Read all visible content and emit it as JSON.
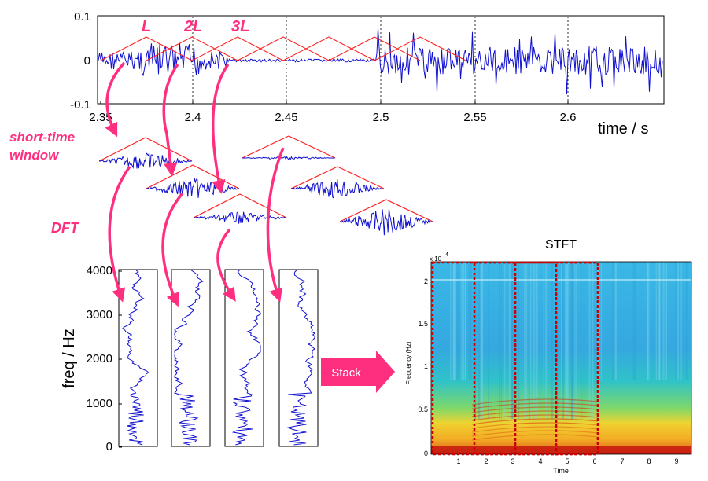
{
  "top_plot": {
    "y_ticks": [
      "0.1",
      "0",
      "-0.1"
    ],
    "x_ticks": [
      "2.35",
      "2.4",
      "2.45",
      "2.5",
      "2.55",
      "2.6"
    ],
    "x_label": "time / s"
  },
  "markers": {
    "L": "L",
    "L2": "2L",
    "L3": "3L"
  },
  "side_labels": {
    "window_line1": "short-time",
    "window_line2": "window",
    "dft": "DFT"
  },
  "freq_plot": {
    "y_label": "freq / Hz",
    "y_ticks": [
      "4000",
      "3000",
      "2000",
      "1000",
      "0"
    ]
  },
  "stack_label": "Stack",
  "stft": {
    "title": "STFT",
    "exponent": "x 10",
    "exponent_power": "4",
    "y_label": "Frequency (Hz)",
    "x_label": "Time",
    "y_ticks": [
      "2",
      "1.5",
      "1",
      "0.5",
      "0"
    ],
    "x_ticks": [
      "1",
      "2",
      "3",
      "4",
      "5",
      "6",
      "7",
      "8",
      "9"
    ]
  },
  "colors": {
    "accent": "#ff2f7f",
    "signal": "#1010d0",
    "window": "#ff2020",
    "frame": "#cc0000"
  }
}
